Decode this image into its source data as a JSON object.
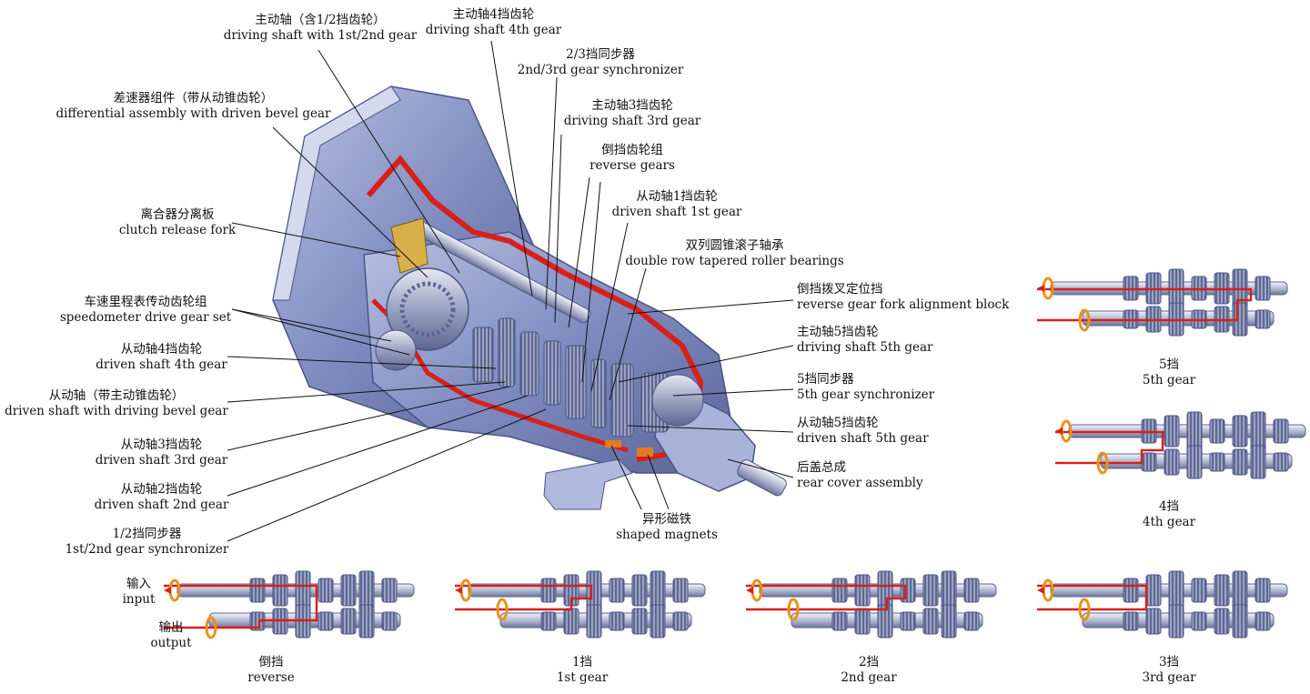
{
  "labels": {
    "driving_shaft_12": {
      "cn": "主动轴（含1/2挡齿轮）",
      "en": "driving shaft with 1st/2nd gear"
    },
    "driving_shaft_4": {
      "cn": "主动轴4挡齿轮",
      "en": "driving shaft 4th gear"
    },
    "sync_23": {
      "cn": "2/3挡同步器",
      "en": "2nd/3rd gear synchronizer"
    },
    "differential": {
      "cn": "差速器组件（带从动锥齿轮）",
      "en": "differential assembly with driven bevel gear"
    },
    "driving_shaft_3": {
      "cn": "主动轴3挡齿轮",
      "en": "driving shaft 3rd gear"
    },
    "reverse_gears": {
      "cn": "倒挡齿轮组",
      "en": "reverse gears"
    },
    "driven_shaft_1": {
      "cn": "从动轴1挡齿轮",
      "en": "driven shaft 1st gear"
    },
    "clutch_fork": {
      "cn": "离合器分离板",
      "en": "clutch release fork"
    },
    "bearings": {
      "cn": "双列圆锥滚子轴承",
      "en": "double row tapered roller bearings"
    },
    "reverse_fork_block": {
      "cn": "倒挡拨叉定位挡",
      "en": "reverse gear fork alignment block"
    },
    "speedometer": {
      "cn": "车速里程表传动齿轮组",
      "en": "speedometer drive gear set"
    },
    "driving_shaft_5": {
      "cn": "主动轴5挡齿轮",
      "en": "driving shaft 5th gear"
    },
    "driven_shaft_4": {
      "cn": "从动轴4挡齿轮",
      "en": "driven shaft 4th gear"
    },
    "sync_5": {
      "cn": "5挡同步器",
      "en": "5th gear synchronizer"
    },
    "driven_bevel": {
      "cn": "从动轴（带主动锥齿轮）",
      "en": "driven shaft with driving bevel gear"
    },
    "driven_shaft_5": {
      "cn": "从动轴5挡齿轮",
      "en": "driven shaft 5th gear"
    },
    "driven_shaft_3": {
      "cn": "从动轴3挡齿轮",
      "en": "driven shaft 3rd gear"
    },
    "rear_cover": {
      "cn": "后盖总成",
      "en": "rear cover assembly"
    },
    "driven_shaft_2": {
      "cn": "从动轴2挡齿轮",
      "en": "driven shaft 2nd gear"
    },
    "sync_12": {
      "cn": "1/2挡同步器",
      "en": "1st/2nd gear synchronizer"
    },
    "magnets": {
      "cn": "异形磁铁",
      "en": "shaped magnets"
    },
    "input": {
      "cn": "输入",
      "en": "input"
    },
    "output": {
      "cn": "输出",
      "en": "output"
    }
  },
  "gears": [
    {
      "id": "gear5",
      "cn": "5挡",
      "en": "5th gear"
    },
    {
      "id": "gear4",
      "cn": "4挡",
      "en": "4th gear"
    },
    {
      "id": "reverse",
      "cn": "倒挡",
      "en": "reverse"
    },
    {
      "id": "gear1",
      "cn": "1挡",
      "en": "1st gear"
    },
    {
      "id": "gear2",
      "cn": "2挡",
      "en": "2nd gear"
    },
    {
      "id": "gear3",
      "cn": "3挡",
      "en": "3rd gear"
    }
  ],
  "colors": {
    "housing": "#8f9bcb",
    "metal": "#c4c9dd",
    "power_flow": "#d8201a",
    "arrow_ring": "#e9921a"
  }
}
